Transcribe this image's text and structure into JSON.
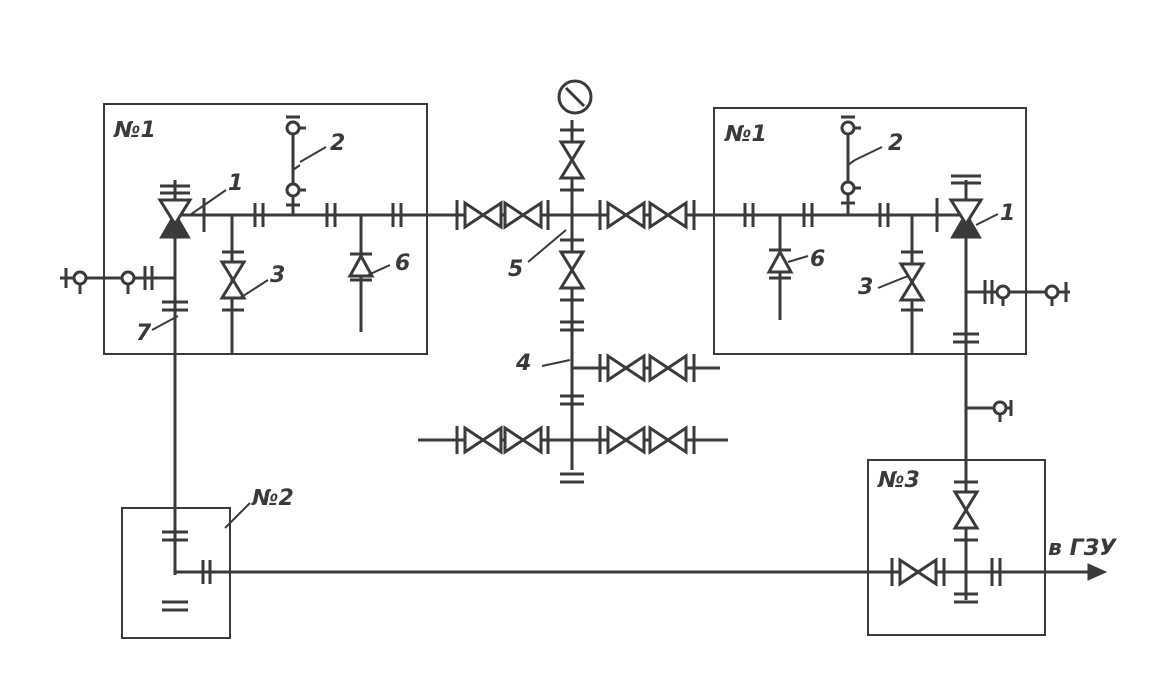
{
  "diagram": {
    "labels": {
      "well_1_left": "№1",
      "well_1_right": "№1",
      "well_2": "№2",
      "well_3": "№3",
      "outlet": "в ГЗУ"
    },
    "callouts": {
      "c1_left": "1",
      "c2_left": "2",
      "c3_left": "3",
      "c6_left": "6",
      "c7_left": "7",
      "c5": "5",
      "c4": "4",
      "c1_right": "1",
      "c2_right": "2",
      "c3_right": "3",
      "c6_right": "6"
    }
  }
}
